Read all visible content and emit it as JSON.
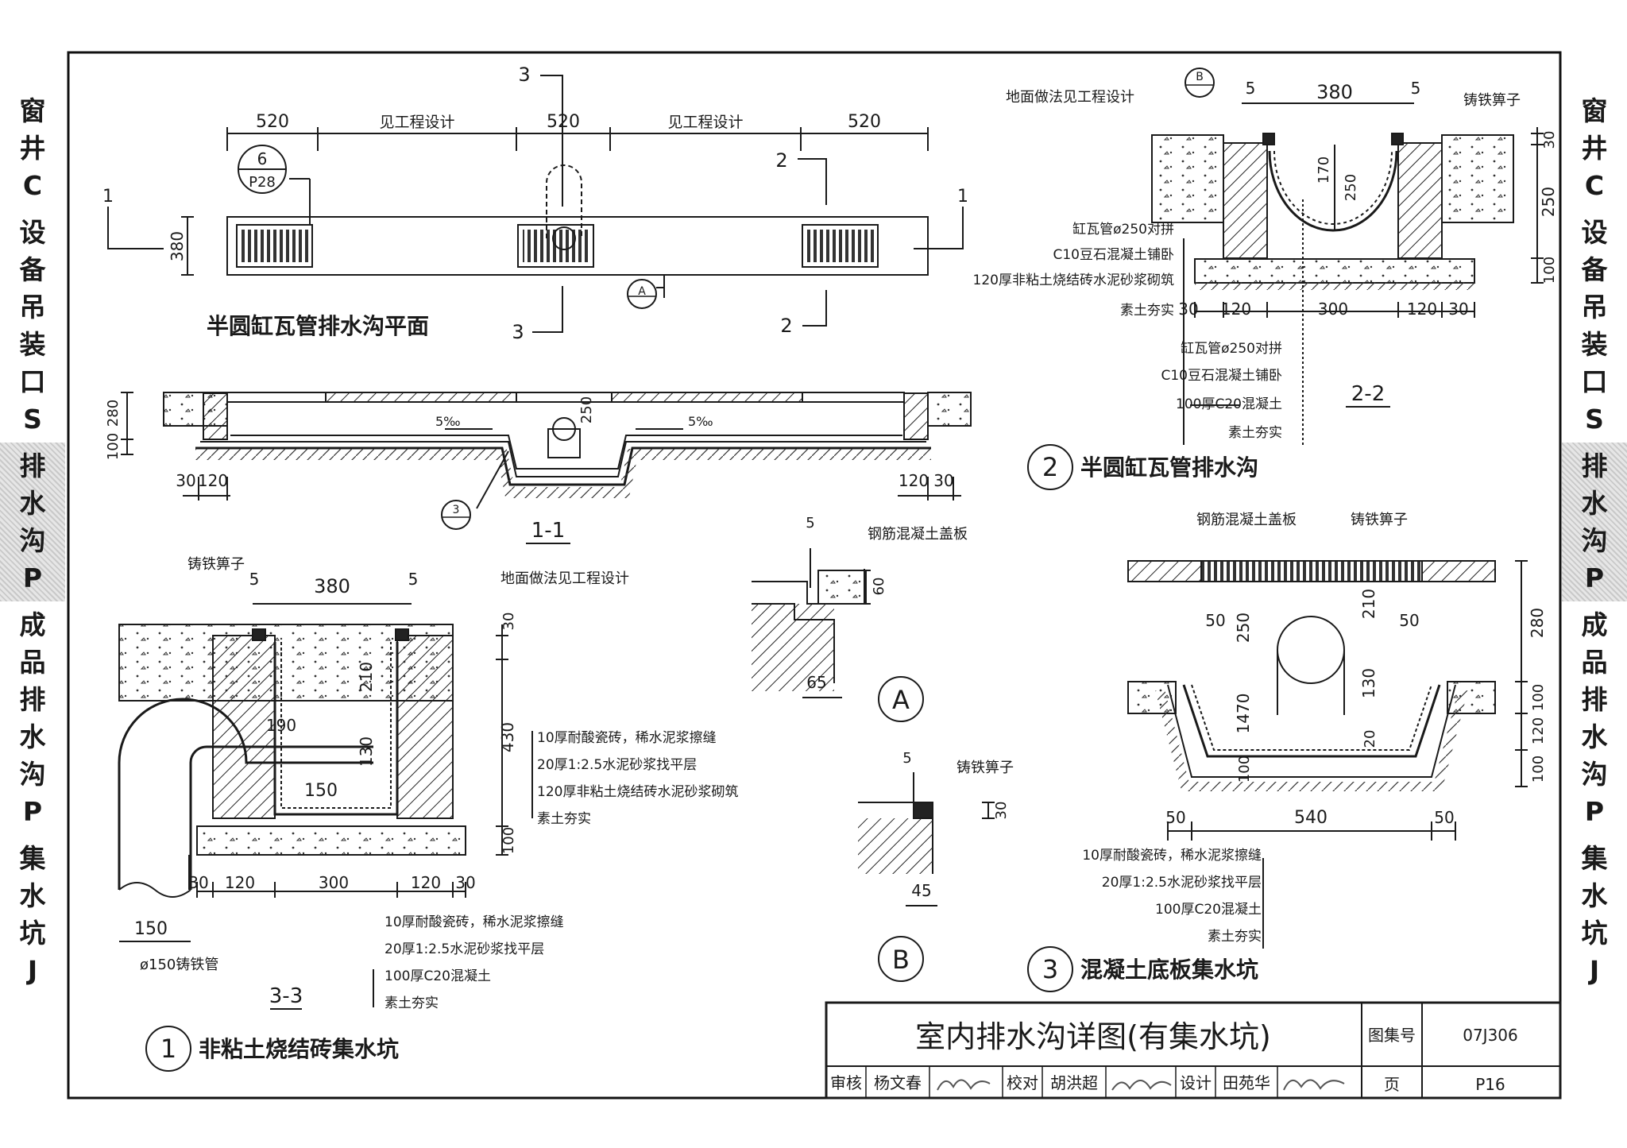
{
  "sidebar_left": [
    {
      "chars": [
        "窗",
        "井",
        "C"
      ],
      "active": false
    },
    {
      "chars": [
        "设",
        "备",
        "吊",
        "装",
        "口",
        "S"
      ],
      "active": false
    },
    {
      "chars": [
        "排",
        "水",
        "沟",
        "P"
      ],
      "active": true
    },
    {
      "chars": [
        "成",
        "品",
        "排",
        "水",
        "沟",
        "P"
      ],
      "active": false
    },
    {
      "chars": [
        "集",
        "水",
        "坑",
        "J"
      ],
      "active": false
    }
  ],
  "sidebar_right": [
    {
      "chars": [
        "窗",
        "井",
        "C"
      ],
      "active": false
    },
    {
      "chars": [
        "设",
        "备",
        "吊",
        "装",
        "口",
        "S"
      ],
      "active": false
    },
    {
      "chars": [
        "排",
        "水",
        "沟",
        "P"
      ],
      "active": true
    },
    {
      "chars": [
        "成",
        "品",
        "排",
        "水",
        "沟",
        "P"
      ],
      "active": false
    },
    {
      "chars": [
        "集",
        "水",
        "坑",
        "J"
      ],
      "active": false
    }
  ],
  "plan": {
    "title": "半圆缸瓦管排水沟平面",
    "dims_top": [
      "520",
      "见工程设计",
      "520",
      "见工程设计",
      "520"
    ],
    "width_dim": "380",
    "ref_num": "6",
    "ref_page": "P28",
    "sec1": "1",
    "sec2": "2",
    "sec3": "3",
    "callout_a": "A"
  },
  "section_1_1": {
    "label": "1-1",
    "dims": [
      "280",
      "100",
      "30",
      "120",
      "120",
      "30",
      "250"
    ],
    "slope_left": "5‰",
    "slope_right": "5‰",
    "callout": "3"
  },
  "section_2_2": {
    "label": "2-2",
    "title_num": "2",
    "title": "半圆缸瓦管排水沟",
    "callout_b": "B",
    "top_note": "地面做法见工程设计",
    "grate_note": "铸铁箅子",
    "dims_top": [
      "5",
      "380",
      "5"
    ],
    "dims_side": [
      "30",
      "250",
      "100"
    ],
    "dims_inner": [
      "170",
      "250"
    ],
    "dims_bottom": [
      "30",
      "120",
      "300",
      "120",
      "30"
    ],
    "notes_upper": [
      "缸瓦管ø250对拼",
      "C10豆石混凝土铺卧",
      "120厚非粘土烧结砖水泥砂浆砌筑",
      "素土夯实"
    ],
    "notes_lower": [
      "缸瓦管ø250对拼",
      "C10豆石混凝土铺卧",
      "100厚C20混凝土",
      "素土夯实"
    ]
  },
  "detail_a": {
    "label": "A",
    "note": "钢筋混凝土盖板",
    "dims": [
      "5",
      "60",
      "65"
    ]
  },
  "detail_b": {
    "label": "B",
    "note": "铸铁箅子",
    "dims": [
      "5",
      "30",
      "45"
    ]
  },
  "section_3_3": {
    "label": "3-3",
    "title_num": "1",
    "title": "非粘土烧结砖集水坑",
    "grate_note": "铸铁箅子",
    "top_note": "地面做法见工程设计",
    "dims_top": [
      "5",
      "380",
      "5"
    ],
    "dims_side": [
      "30",
      "430",
      "100"
    ],
    "dims_inner": [
      "210",
      "130",
      "190",
      "150"
    ],
    "dims_bottom": [
      "30",
      "120",
      "300",
      "120",
      "30"
    ],
    "pipe_dim": "150",
    "pipe_note": "ø150铸铁管",
    "notes_right": [
      "10厚耐酸瓷砖，稀水泥浆擦缝",
      "20厚1:2.5水泥砂浆找平层",
      "120厚非粘土烧结砖水泥砂浆砌筑",
      "素土夯实"
    ],
    "notes_bottom": [
      "10厚耐酸瓷砖，稀水泥浆擦缝",
      "20厚1:2.5水泥砂浆找平层",
      "100厚C20混凝土",
      "素土夯实"
    ]
  },
  "detail_3": {
    "title_num": "3",
    "title": "混凝土底板集水坑",
    "cover_note": "钢筋混凝土盖板",
    "grate_note": "铸铁箅子",
    "dims_left": [
      "50",
      "250",
      "1470",
      "100"
    ],
    "dims_center": [
      "210",
      "130",
      "20"
    ],
    "dims_right_inner": [
      "50"
    ],
    "dims_right": [
      "280",
      "100",
      "120",
      "100"
    ],
    "dims_bottom": [
      "50",
      "540",
      "50"
    ],
    "notes": [
      "10厚耐酸瓷砖，稀水泥浆擦缝",
      "20厚1:2.5水泥砂浆找平层",
      "100厚C20混凝土",
      "素土夯实"
    ]
  },
  "title_block": {
    "title": "室内排水沟详图(有集水坑)",
    "atlas_label": "图集号",
    "atlas_no": "07J306",
    "page_label": "页",
    "page_no": "P16",
    "review_label": "审核",
    "review_name": "杨文春",
    "check_label": "校对",
    "check_name": "胡洪超",
    "design_label": "设计",
    "design_name": "田苑华"
  }
}
